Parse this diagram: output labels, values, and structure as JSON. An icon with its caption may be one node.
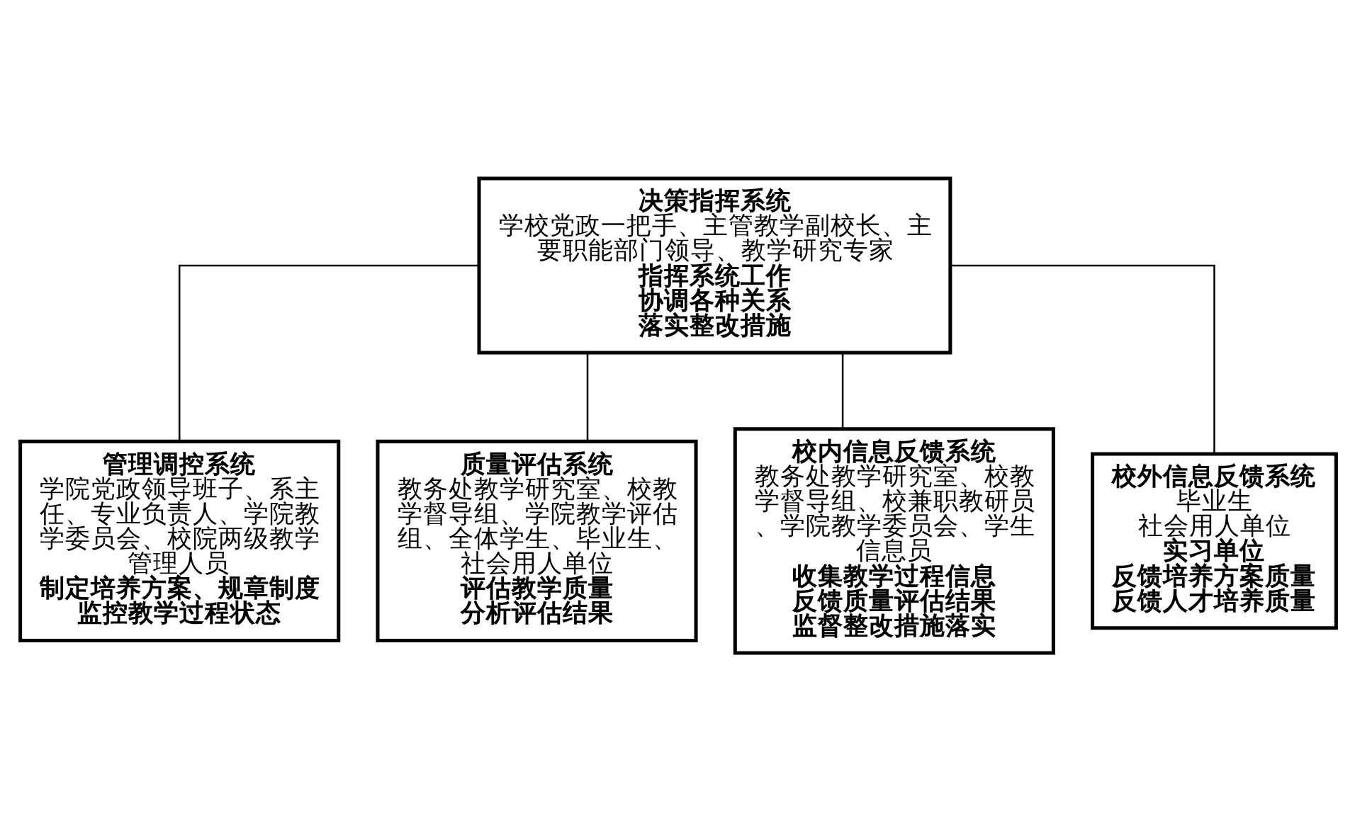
{
  "diagram": {
    "nodes": [
      {
        "text": [
          "决策指挥系统",
          "学校党政一把手、主管教学副校长、主要职能部门领导、教学研究专家",
          "指挥系统工作",
          "协调各种关系",
          "落实整改措施"
        ]
      },
      {
        "text": [
          "管理调控系统",
          "学院党政领导班子、系主任、专业负责人、学院教学委员会、校院两级教学管理人员",
          "制定培养方案、规章制度",
          "监控教学过程状态"
        ]
      },
      {
        "text": [
          "质量评估系统",
          "教务处教学研究室、校教学督导组、学院教学评估组、全体学生、毕业生、社会用人单位",
          "评估教学质量",
          "分析评估结果"
        ]
      },
      {
        "text": [
          "校内信息反馈系统",
          "教务处教学研究室、校教学督导组、校兼职教研员、学院教学委员会、学生信息员",
          "收集教学过程信息",
          "反馈质量评估结果",
          "监督整改措施落实"
        ]
      },
      {
        "text": [
          "校外信息反馈系统",
          "毕业生",
          "社会用人单位",
          "实习单位",
          "反馈培养方案质量",
          "反馈人才培养质量"
        ]
      }
    ],
    "edges": [
      {
        "from": 0,
        "to": 1,
        "arrow": "none"
      },
      {
        "from": 0,
        "to": 2,
        "arrow": "none"
      },
      {
        "from": 0,
        "to": 3,
        "arrow": "none"
      },
      {
        "from": 0,
        "to": 4,
        "arrow": "none"
      }
    ]
  }
}
